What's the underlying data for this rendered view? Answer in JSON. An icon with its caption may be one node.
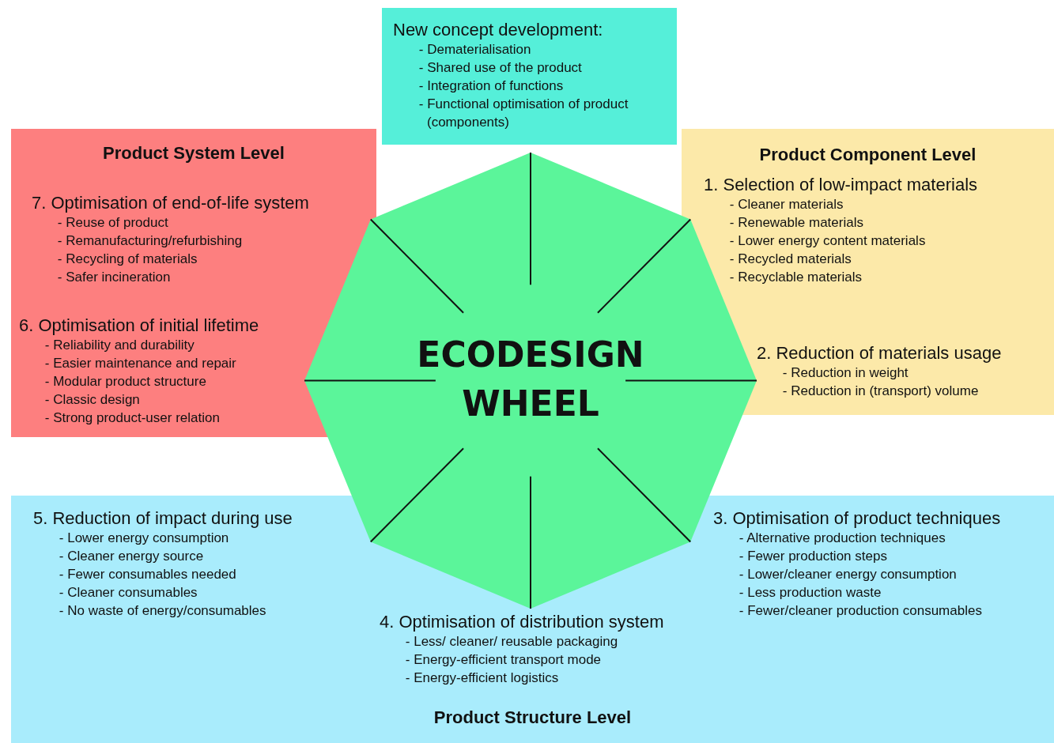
{
  "diagram": {
    "nodes": [
      {
        "text": [
          "New concept development:",
          "- Dematerialisation",
          "- Shared use of the product",
          "- Integration of functions",
          "- Functional optimisation of product (components)"
        ]
      },
      {
        "text": [
          "Product System Level"
        ]
      },
      {
        "text": [
          "7. Optimisation of end-of-life system",
          "- Reuse of product",
          "- Remanufacturing/refurbishing",
          "- Recycling of materials",
          "- Safer incineration"
        ],
        "in": 1
      },
      {
        "text": [
          "6. Optimisation of initial lifetime",
          "- Reliability and durability",
          "- Easier maintenance and repair",
          "- Modular product structure",
          "- Classic design",
          "- Strong product-user relation"
        ],
        "in": 1
      },
      {
        "text": [
          "Product Component Level"
        ]
      },
      {
        "text": [
          "1. Selection of low-impact materials",
          "- Cleaner materials",
          "- Renewable materials",
          "- Lower energy content materials",
          "- Recycled materials",
          "- Recyclable materials"
        ],
        "in": 4
      },
      {
        "text": [
          "2. Reduction of materials usage",
          "- Reduction in weight",
          "- Reduction in (transport) volume"
        ],
        "in": 4
      },
      {
        "text": [
          "Product Structure Level"
        ]
      },
      {
        "text": [
          "5. Reduction of impact during use",
          "- Lower energy consumption",
          "- Cleaner energy source",
          "- Fewer consumables needed",
          "- Cleaner consumables",
          "- No waste of energy/consumables"
        ],
        "in": 7
      },
      {
        "text": [
          "3. Optimisation of product techniques",
          "- Alternative production techniques",
          "- Fewer production steps",
          "- Lower/cleaner energy consumption",
          "- Less production waste",
          "- Fewer/cleaner production consumables"
        ],
        "in": 7
      },
      {
        "text": [
          "4. Optimisation of distribution system",
          "- Less/ cleaner/ reusable packaging",
          "- Energy-efficient transport mode",
          "- Energy-efficient logistics"
        ],
        "in": 7
      },
      {
        "text": [
          "ECODESIGN WHEEL"
        ]
      }
    ],
    "edges": []
  }
}
